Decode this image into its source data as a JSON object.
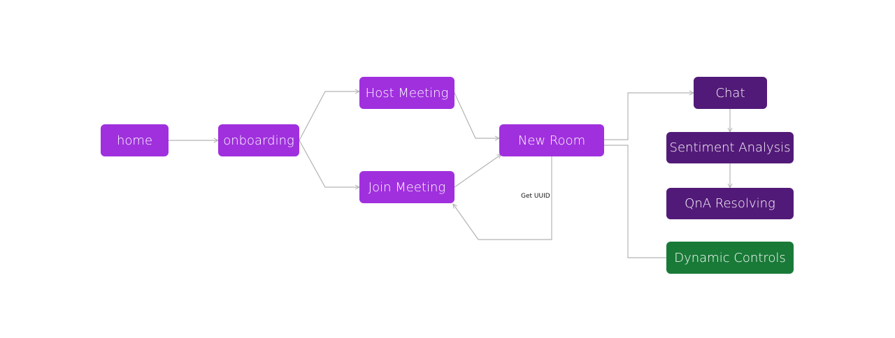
{
  "colors": {
    "primary": "#a030dd",
    "dark": "#521a78",
    "green": "#197a38",
    "edge": "#b3b3b3"
  },
  "nodes": {
    "home": "home",
    "onboarding": "onboarding",
    "host_meeting": "Host Meeting",
    "join_meeting": "Join Meeting",
    "new_room": "New Room",
    "chat": "Chat",
    "sentiment_analysis": "Sentiment Analysis",
    "qna_resolving": "QnA Resolving",
    "dynamic_controls": "Dynamic Controls"
  },
  "edge_labels": {
    "get_uuid": "Get UUID"
  }
}
